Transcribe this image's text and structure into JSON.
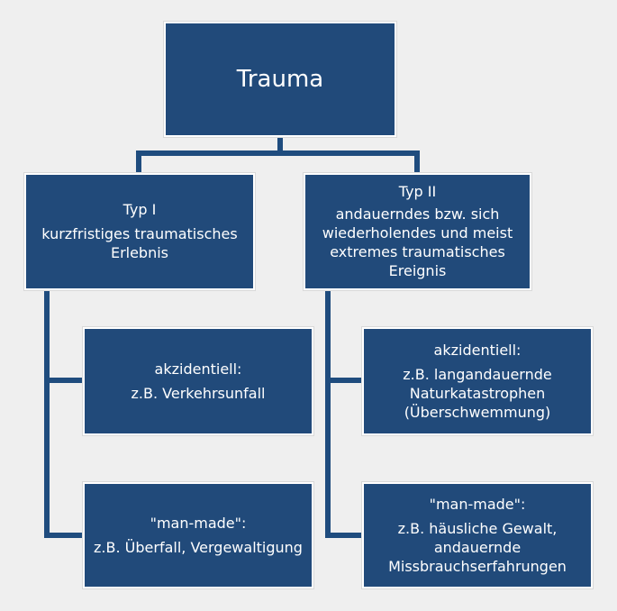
{
  "diagram": {
    "colors": {
      "box": "#214a7a",
      "border": "#ffffff",
      "line": "#1f4c7e",
      "background": "#efefef"
    },
    "root": {
      "label": "Trauma"
    },
    "types": [
      {
        "title": "Typ I",
        "description": "kurzfristiges traumatisches\nErlebnis",
        "children": [
          {
            "title": "akzidentiell:",
            "description": "z.B. Verkehrsunfall"
          },
          {
            "title": "\"man-made\":",
            "description": "z.B. Überfall, Vergewaltigung"
          }
        ]
      },
      {
        "title": "Typ II",
        "description": "andauerndes bzw. sich\nwiederholendes und meist\nextremes traumatisches\nEreignis",
        "children": [
          {
            "title": "akzidentiell:",
            "description": "z.B. langandauernde\nNaturkatastrophen\n(Überschwemmung)"
          },
          {
            "title": "\"man-made\":",
            "description": "z.B. häusliche Gewalt,\nandauernde\nMissbrauchserfahrungen"
          }
        ]
      }
    ]
  }
}
